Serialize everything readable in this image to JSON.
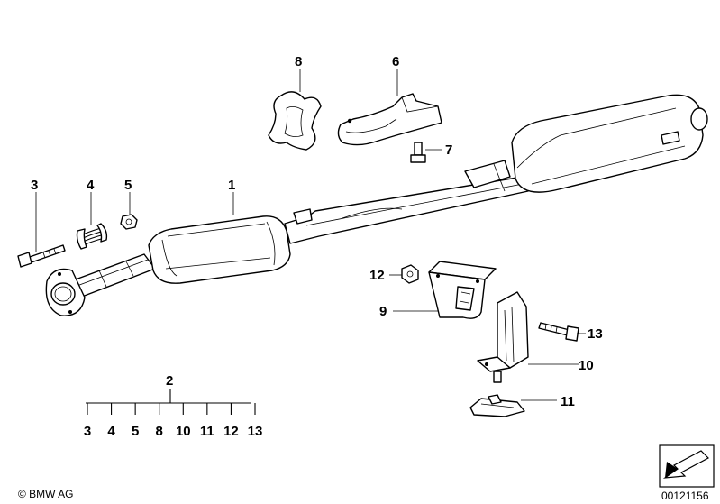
{
  "callouts": {
    "p1": "1",
    "p2": "2",
    "p3": "3",
    "p4": "4",
    "p5": "5",
    "p6": "6",
    "p7": "7",
    "p8": "8",
    "p9": "9",
    "p10": "10",
    "p11": "11",
    "p12": "12",
    "p13": "13"
  },
  "kit_list": [
    "3",
    "4",
    "5",
    "8",
    "10",
    "11",
    "12",
    "13"
  ],
  "footer": {
    "copyright": "© BMW AG",
    "image_number": "00121156"
  },
  "colors": {
    "line": "#000000",
    "background": "#ffffff"
  }
}
